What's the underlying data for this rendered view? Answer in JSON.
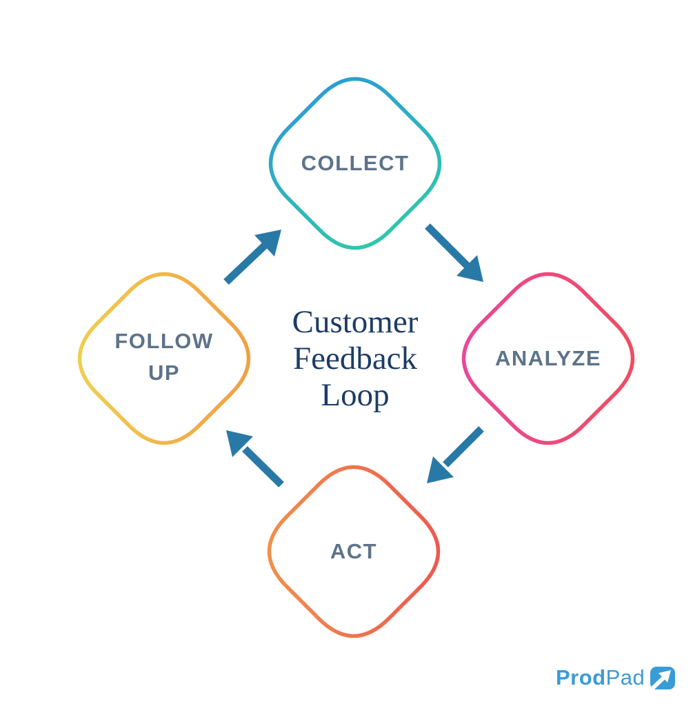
{
  "diagram": {
    "title": {
      "text": "Customer Feedback Loop",
      "color": "#1C3C66"
    },
    "label_color": "#5D7389",
    "nodes": [
      {
        "id": "collect",
        "label": "COLLECT",
        "position": "top",
        "stroke_from": "#2B96D8",
        "stroke_to": "#31CFA4"
      },
      {
        "id": "analyze",
        "label": "ANALYZE",
        "position": "right",
        "stroke_from": "#E8479E",
        "stroke_to": "#EF4E5B"
      },
      {
        "id": "act",
        "label": "ACT",
        "position": "bottom",
        "stroke_from": "#F0964C",
        "stroke_to": "#EC5450"
      },
      {
        "id": "follow-up",
        "label": "FOLLOW UP",
        "position": "left",
        "stroke_from": "#F0D24F",
        "stroke_to": "#F09B43"
      }
    ],
    "arrows": {
      "color": "#2879A6",
      "connections": [
        {
          "from": "COLLECT",
          "to": "ANALYZE"
        },
        {
          "from": "ANALYZE",
          "to": "ACT"
        },
        {
          "from": "ACT",
          "to": "FOLLOW UP"
        },
        {
          "from": "FOLLOW UP",
          "to": "COLLECT"
        }
      ]
    }
  },
  "logo": {
    "prod": "Prod",
    "pad": "Pad",
    "color": "#3A9BD7",
    "icon": "arrow-up-right-icon"
  }
}
